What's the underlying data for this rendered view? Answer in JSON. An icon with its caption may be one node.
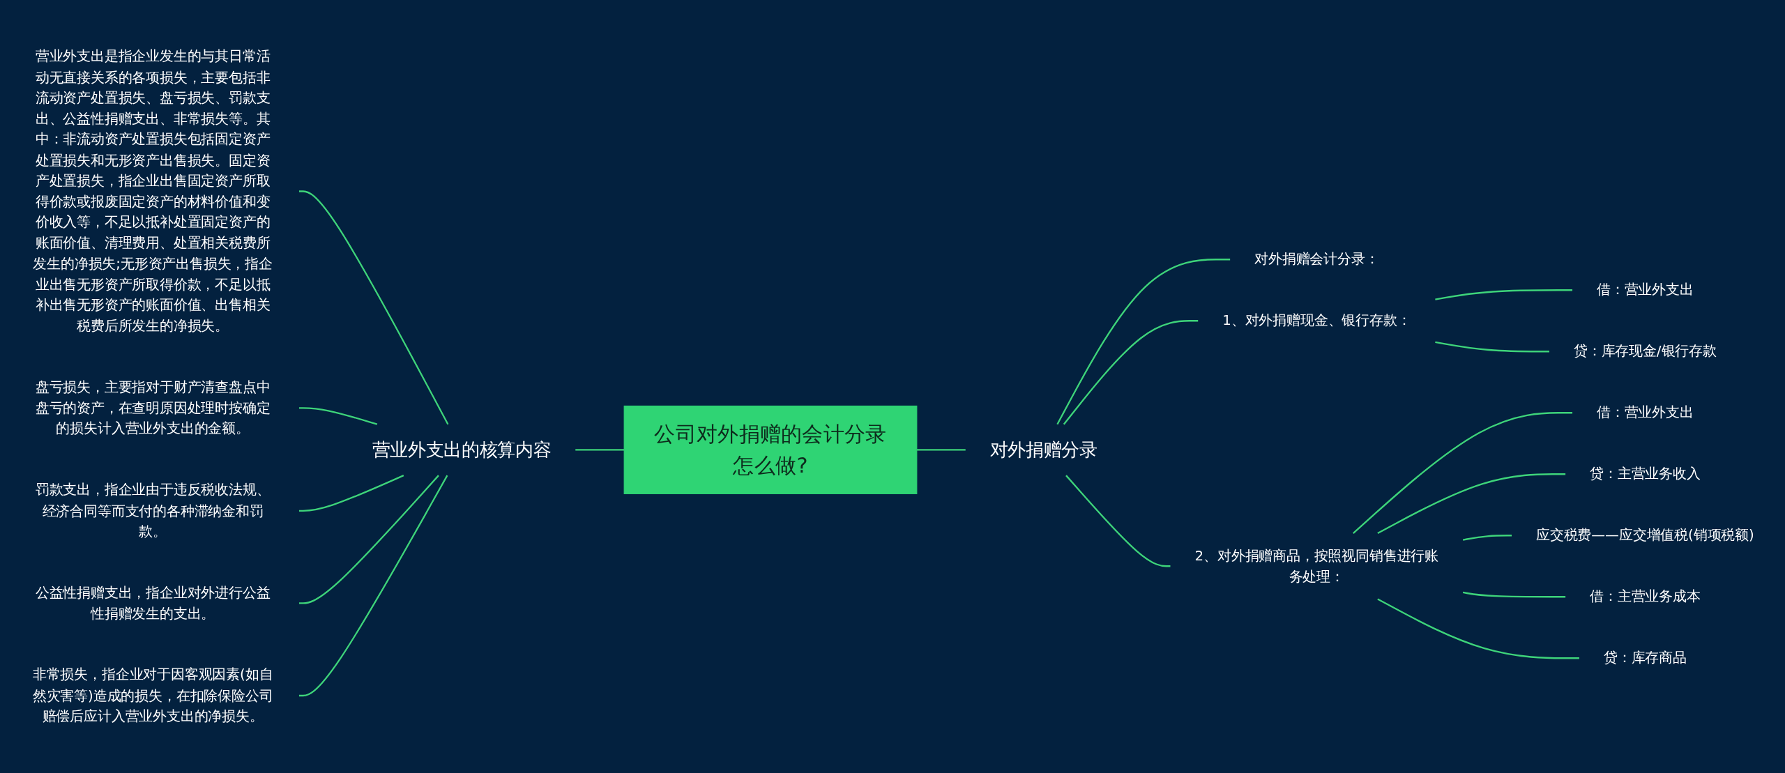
{
  "diagram": {
    "nodes": [
      {
        "text": [
          "公司对外捐赠的会计分录怎么做?"
        ]
      },
      {
        "text": [
          "营业外支出的核算内容"
        ]
      },
      {
        "text": [
          "营业外支出是指企业发生的与其日常活动无直接关系的各项损失，主要包括非流动资产处置损失、盘亏损失、罚款支出、公益性捐赠支出、非常损失等。其中：非流动资产处置损失包括固定资产处置损失和无形资产出售损失。固定资产处置损失，指企业出售固定资产所取得价款或报废固定资产的材料价值和变价收入等，不足以抵补处置固定资产的账面价值、清理费用、处置相关税费所发生的净损失;无形资产出售损失，指企业出售无形资产所取得价款，不足以抵补出售无形资产的账面价值、出售相关税费后所发生的净损失。"
        ]
      },
      {
        "text": [
          "盘亏损失，主要指对于财产清查盘点中盘亏的资产，在查明原因处理时按确定的损失计入营业外支出的金额。"
        ]
      },
      {
        "text": [
          "罚款支出，指企业由于违反税收法规、经济合同等而支付的各种滞纳金和罚款。"
        ]
      },
      {
        "text": [
          "公益性捐赠支出，指企业对外进行公益性捐赠发生的支出。"
        ]
      },
      {
        "text": [
          "非常损失，指企业对于因客观因素(如自然灾害等)造成的损失，在扣除保险公司赔偿后应计入营业外支出的净损失。"
        ]
      },
      {
        "text": [
          "对外捐赠分录"
        ]
      },
      {
        "text": [
          "对外捐赠会计分录："
        ]
      },
      {
        "text": [
          "1、对外捐赠现金、银行存款："
        ]
      },
      {
        "text": [
          "借：营业外支出"
        ]
      },
      {
        "text": [
          "贷：库存现金/银行存款"
        ]
      },
      {
        "text": [
          "2、对外捐赠商品，按照视同销售进行账务处理："
        ]
      },
      {
        "text": [
          "借：营业外支出"
        ]
      },
      {
        "text": [
          "贷：主营业务收入"
        ]
      },
      {
        "text": [
          "应交税费——应交增值税(销项税额)"
        ]
      },
      {
        "text": [
          "借：主营业务成本"
        ]
      },
      {
        "text": [
          "贷：库存商品"
        ]
      }
    ],
    "edges": [
      {
        "from": 2,
        "to": 1,
        "arrow": "none"
      },
      {
        "from": 3,
        "to": 1,
        "arrow": "none"
      },
      {
        "from": 4,
        "to": 1,
        "arrow": "none"
      },
      {
        "from": 5,
        "to": 1,
        "arrow": "none"
      },
      {
        "from": 6,
        "to": 1,
        "arrow": "none"
      },
      {
        "from": 1,
        "to": 0,
        "arrow": "none"
      },
      {
        "from": 0,
        "to": 7,
        "arrow": "none"
      },
      {
        "from": 7,
        "to": 8,
        "arrow": "none"
      },
      {
        "from": 7,
        "to": 9,
        "arrow": "none"
      },
      {
        "from": 9,
        "to": 10,
        "arrow": "none"
      },
      {
        "from": 9,
        "to": 11,
        "arrow": "none"
      },
      {
        "from": 7,
        "to": 12,
        "arrow": "none"
      },
      {
        "from": 12,
        "to": 13,
        "arrow": "none"
      },
      {
        "from": 12,
        "to": 14,
        "arrow": "none"
      },
      {
        "from": 12,
        "to": 15,
        "arrow": "none"
      },
      {
        "from": 12,
        "to": 16,
        "arrow": "none"
      },
      {
        "from": 12,
        "to": 17,
        "arrow": "none"
      }
    ]
  }
}
